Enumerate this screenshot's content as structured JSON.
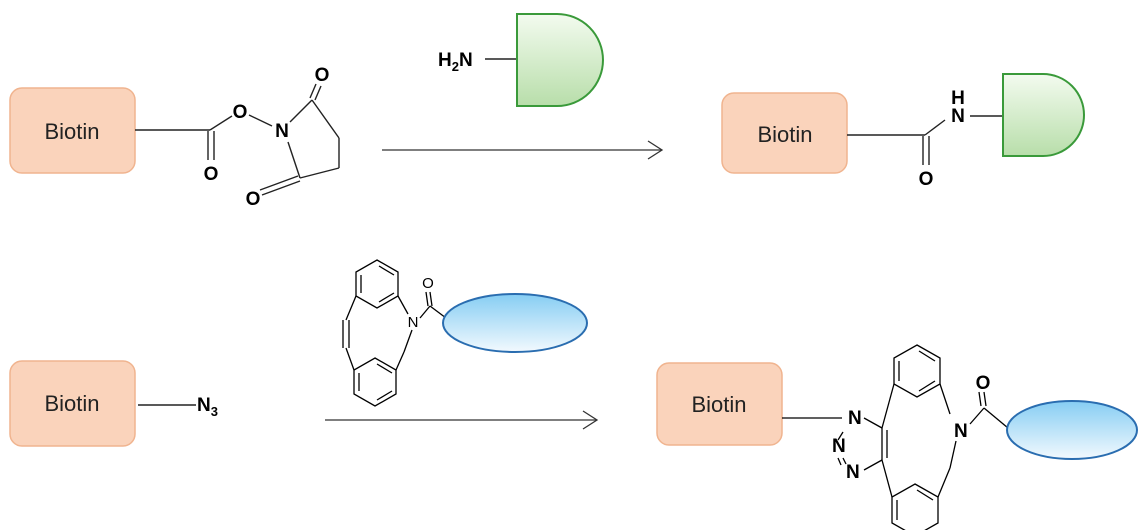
{
  "reaction1": {
    "reactant_label": "Biotin",
    "nhs_atoms": {
      "o_top": "O",
      "o_link": "O",
      "n": "N",
      "o_carbonyl": "O",
      "o_bottom": "O"
    },
    "amine_label_h": "H",
    "amine_label_sub": "2",
    "amine_label_n": "N",
    "product_label": "Biotin",
    "amide_h": "H",
    "amide_n": "N",
    "amide_o": "O",
    "amine_shape_color": "#3a9a3a"
  },
  "reaction2": {
    "reactant_label": "Biotin",
    "azide_n": "N",
    "azide_sub": "3",
    "dbco_o": "O",
    "dbco_n": "N",
    "product_label": "Biotin",
    "triazole_n1": "N",
    "triazole_n2": "N",
    "triazole_n3": "N",
    "product_n": "N",
    "product_o": "O",
    "ellipse_color": "#2a6db0"
  },
  "colors": {
    "biotin_fill": "#fad3bb",
    "biotin_stroke": "#f0b48f"
  }
}
